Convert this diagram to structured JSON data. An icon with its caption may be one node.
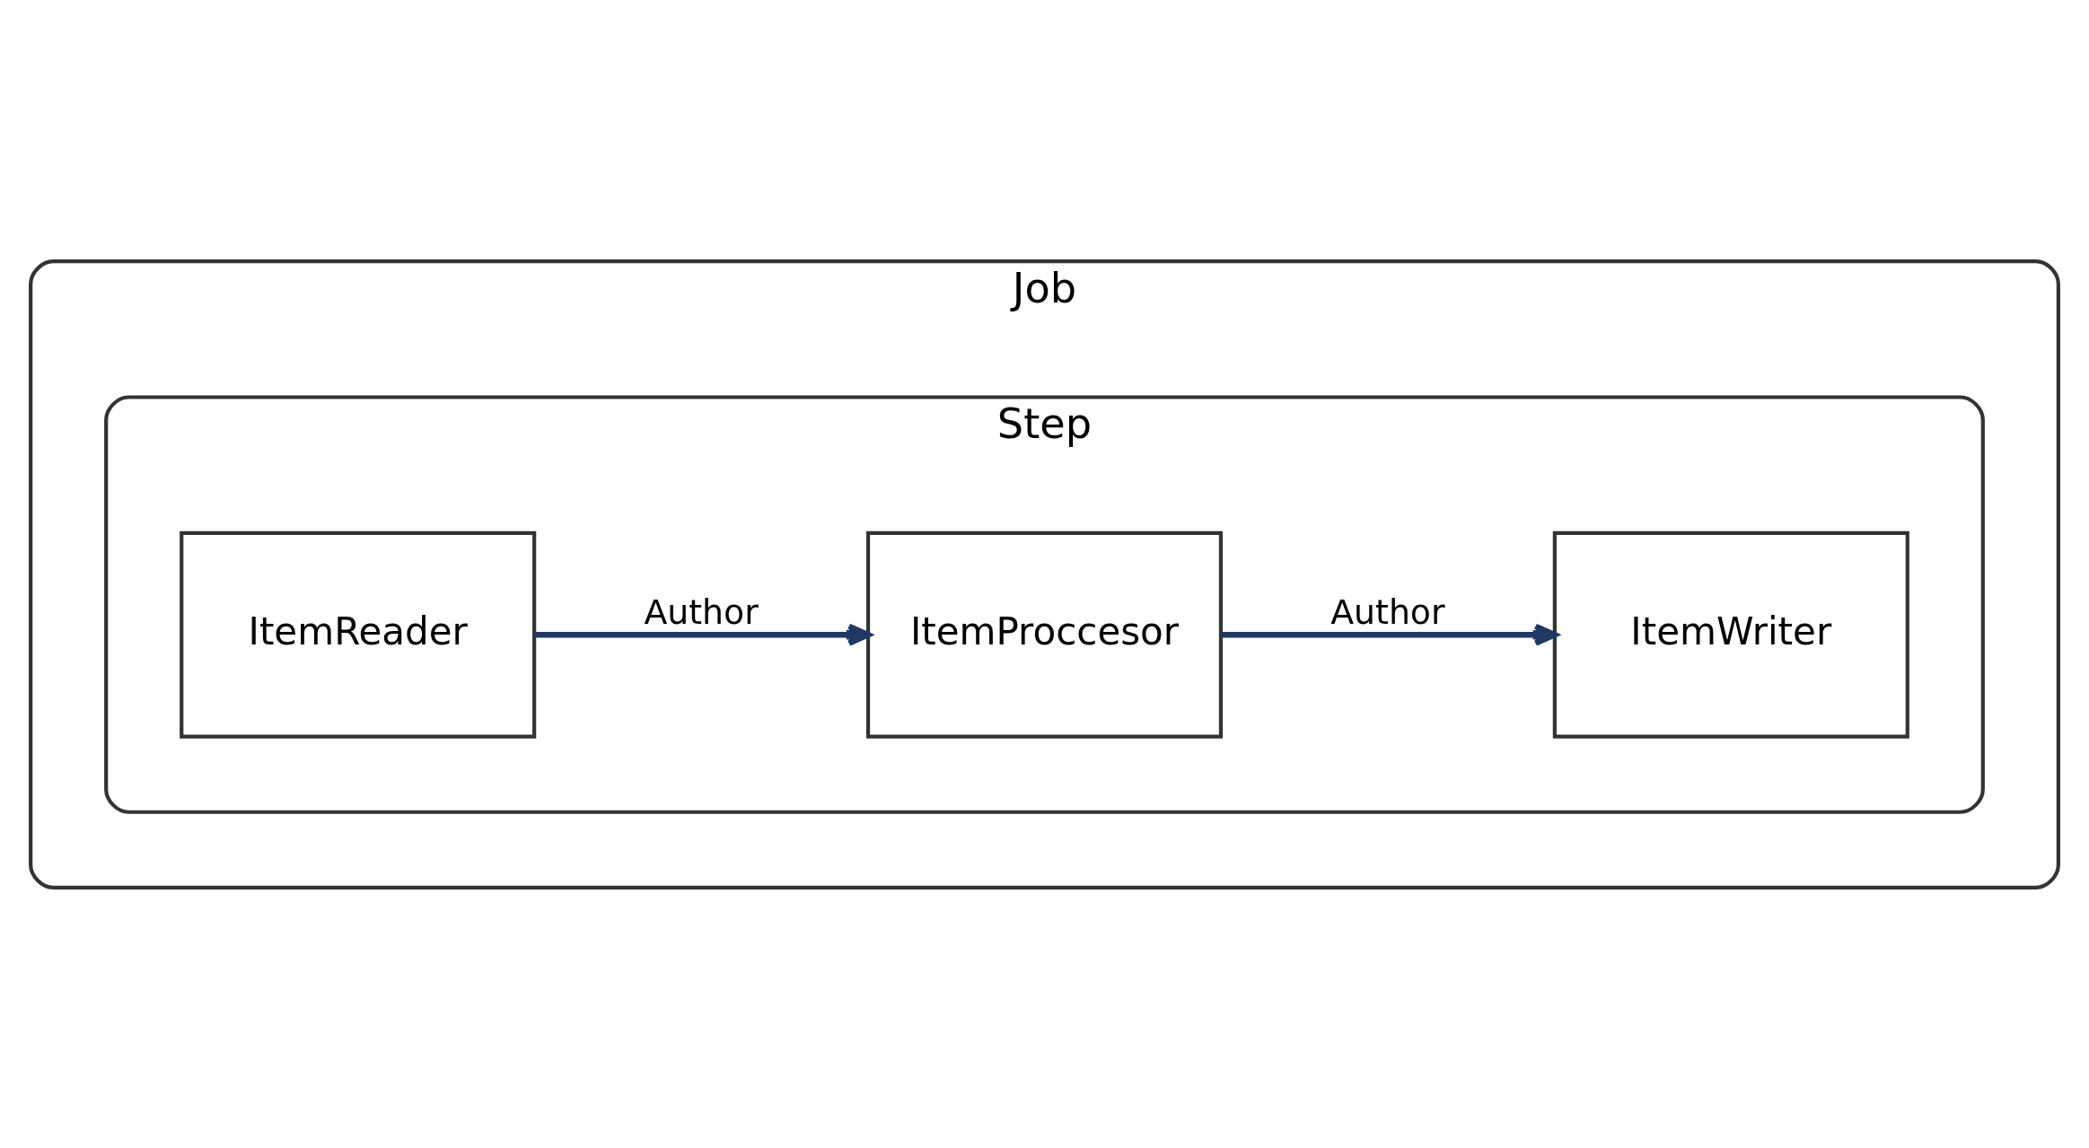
{
  "diagram": {
    "nodes": [
      {
        "text": [
          "Job"
        ]
      },
      {
        "text": [
          "Step"
        ],
        "in": 0
      },
      {
        "text": [
          "ItemReader"
        ],
        "in": 1
      },
      {
        "text": [
          "ItemProccesor"
        ],
        "in": 1
      },
      {
        "text": [
          "ItemWriter"
        ],
        "in": 1
      }
    ],
    "edges": [
      {
        "from": 2,
        "to": 3,
        "arrow": "to",
        "label": "Author",
        "color": "#1f3864"
      },
      {
        "from": 3,
        "to": 4,
        "arrow": "to",
        "label": "Author",
        "color": "#1f3864"
      }
    ]
  }
}
